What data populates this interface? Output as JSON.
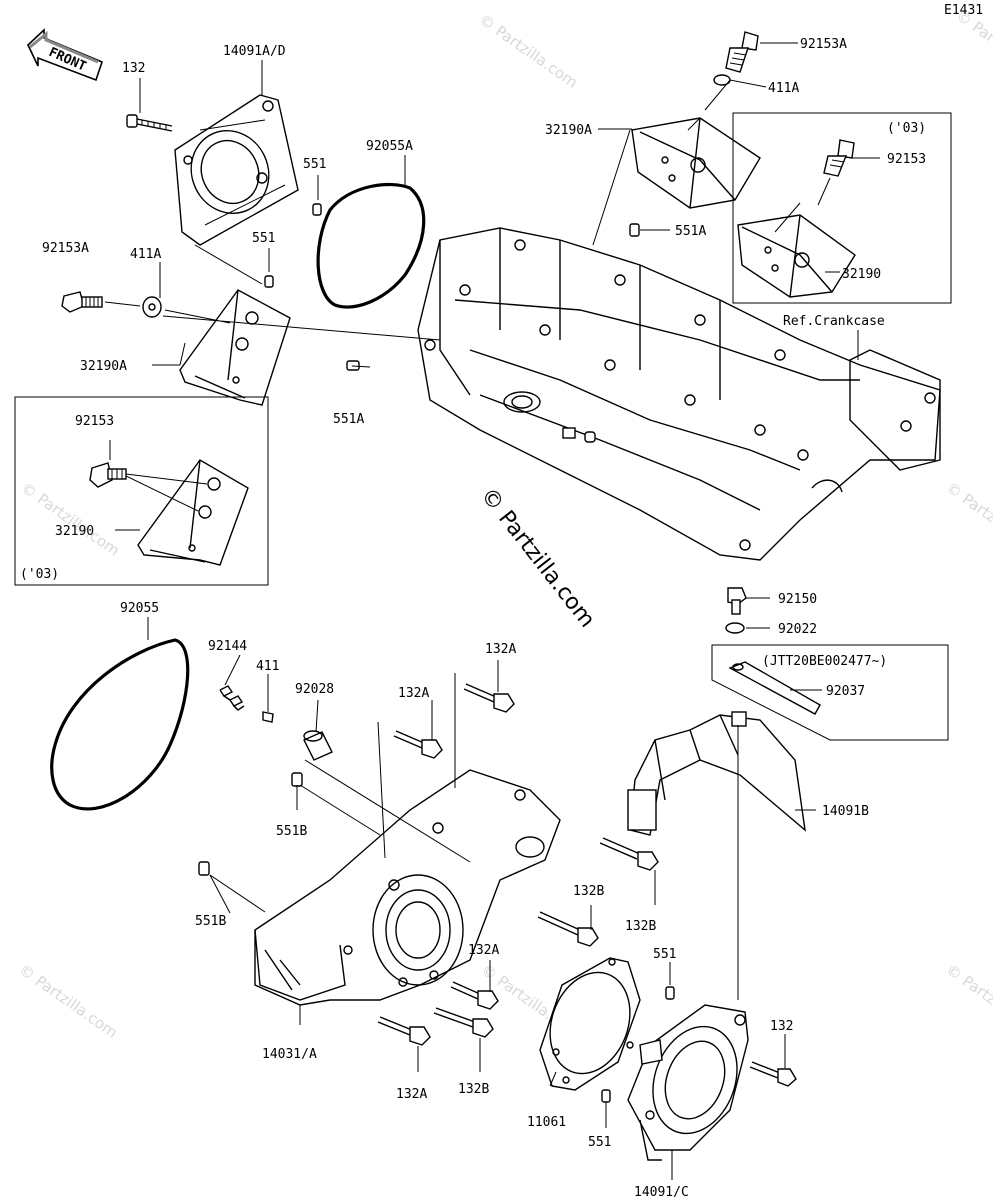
{
  "diagram_code": "E1431",
  "watermark_text": "© Partzilla.com",
  "front_label": "FRONT",
  "labels": {
    "l_132_top": "132",
    "l_14091AD": "14091A/D",
    "l_92153A_top": "92153A",
    "l_411A_top": "411A",
    "l_32190A_top": "32190A",
    "l_03_right": "('03)",
    "l_92153_right": "92153",
    "l_551_a": "551",
    "l_92055A": "92055A",
    "l_551A_upper": "551A",
    "l_32190_right": "32190",
    "l_92153A_left": "92153A",
    "l_411A_left": "411A",
    "l_551_b": "551",
    "l_ref_crankcase": "Ref.Crankcase",
    "l_32190A_left": "32190A",
    "l_551A_lower": "551A",
    "l_92153_left": "92153",
    "l_32190_left": "32190",
    "l_03_left": "('03)",
    "l_92055": "92055",
    "l_92150": "92150",
    "l_92144": "92144",
    "l_132A_a": "132A",
    "l_92022": "92022",
    "l_411": "411",
    "l_jtt": "(JTT20BE002477~)",
    "l_92028": "92028",
    "l_132A_b": "132A",
    "l_92037": "92037",
    "l_551B_a": "551B",
    "l_14091B": "14091B",
    "l_132B_a": "132B",
    "l_132B_b": "132B",
    "l_551B_b": "551B",
    "l_132A_c": "132A",
    "l_551_c": "551",
    "l_132_bottom": "132",
    "l_14031A": "14031/A",
    "l_132A_d": "132A",
    "l_132B_c": "132B",
    "l_11061": "11061",
    "l_551_d": "551",
    "l_14091C": "14091/C"
  }
}
